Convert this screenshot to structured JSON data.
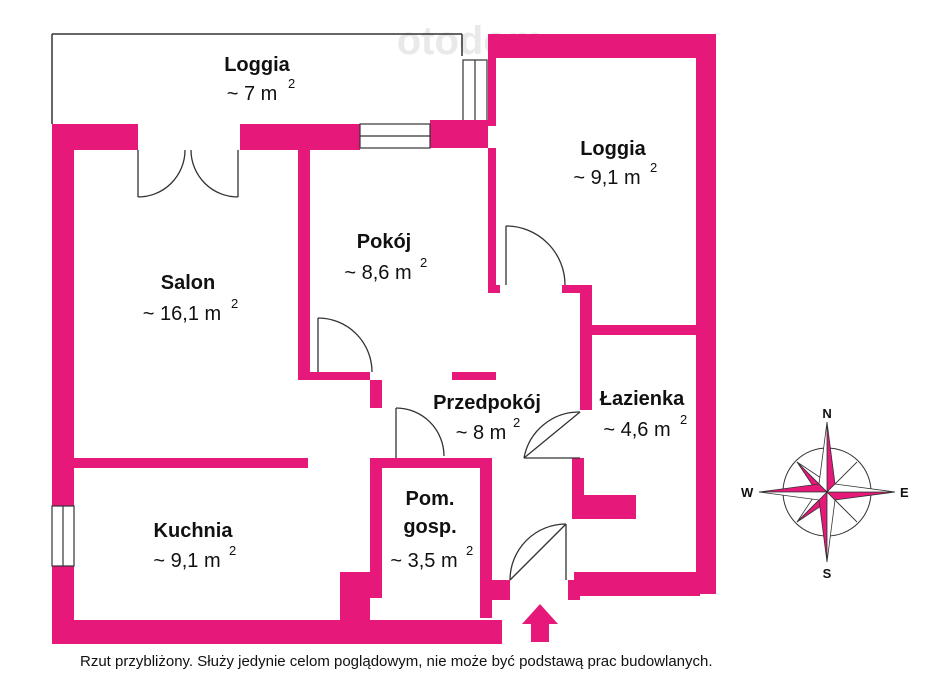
{
  "colors": {
    "wall": "#e6197a",
    "line": "#333333",
    "text": "#111111"
  },
  "watermark": "otodom",
  "rooms": [
    {
      "id": "loggia-top",
      "name": "Loggia",
      "area": "~ 7 m",
      "sup": "2"
    },
    {
      "id": "loggia-right",
      "name": "Loggia",
      "area": "~ 9,1 m",
      "sup": "2"
    },
    {
      "id": "pokoj",
      "name": "Pokój",
      "area": "~ 8,6 m",
      "sup": "2"
    },
    {
      "id": "salon",
      "name": "Salon",
      "area": "~ 16,1 m",
      "sup": "2"
    },
    {
      "id": "przedpokoj",
      "name": "Przedpokój",
      "area": "~ 8 m",
      "sup": "2"
    },
    {
      "id": "lazienka",
      "name": "Łazienka",
      "area": "~ 4,6 m",
      "sup": "2"
    },
    {
      "id": "kuchnia",
      "name": "Kuchnia",
      "area": "~ 9,1 m",
      "sup": "2"
    },
    {
      "id": "pom-gosp",
      "name_line1": "Pom.",
      "name_line2": "gosp.",
      "area": "~ 3,5 m",
      "sup": "2"
    }
  ],
  "compass": {
    "n": "N",
    "s": "S",
    "e": "E",
    "w": "W"
  },
  "entrance": "entrance-arrow-icon",
  "disclaimer": "Rzut przybliżony. Służy jedynie celom poglądowym, nie może być podstawą prac budowlanych."
}
